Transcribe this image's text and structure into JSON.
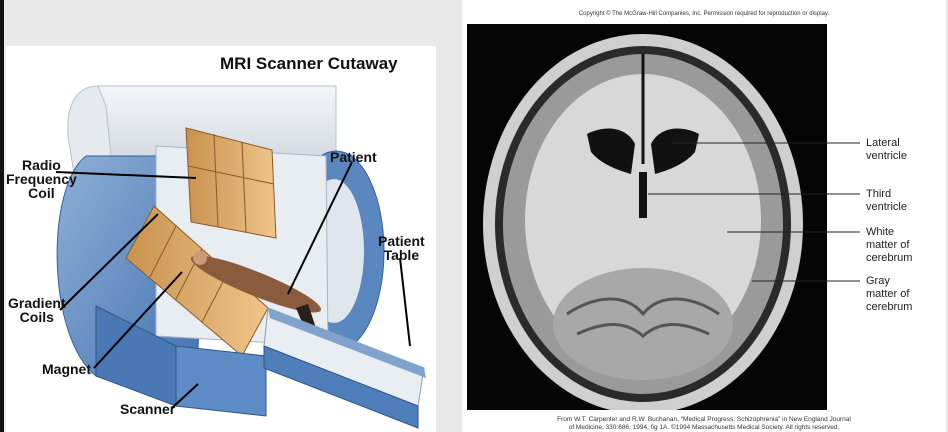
{
  "mri": {
    "title": "MRI Scanner Cutaway",
    "labels": {
      "radio_frequency_coil": [
        "Radio",
        "Frequency",
        "Coil"
      ],
      "patient": "Patient",
      "patient_table": [
        "Patient",
        "Table"
      ],
      "gradient_coils": [
        "Gradient",
        "Coils"
      ],
      "magnet": "Magnet",
      "scanner": "Scanner"
    }
  },
  "brain": {
    "copyright": "Copyright © The McGraw-Hill Companies, Inc. Permission required for reproduction or display.",
    "labels": {
      "lateral_ventricle": [
        "Lateral",
        "ventricle"
      ],
      "third_ventricle": [
        "Third",
        "ventricle"
      ],
      "white_matter": [
        "White",
        "matter of",
        "cerebrum"
      ],
      "gray_matter": [
        "Gray",
        "matter of",
        "cerebrum"
      ]
    },
    "credit": [
      "From W.T. Carpenter and R.W. Buchanan, \"Medical Progress: Schizophrenia\" in New England Journal",
      "of Medicine, 330:686, 1994, fig 1A. ©1994 Massachusetts Medical Society. All rights reserved."
    ]
  }
}
